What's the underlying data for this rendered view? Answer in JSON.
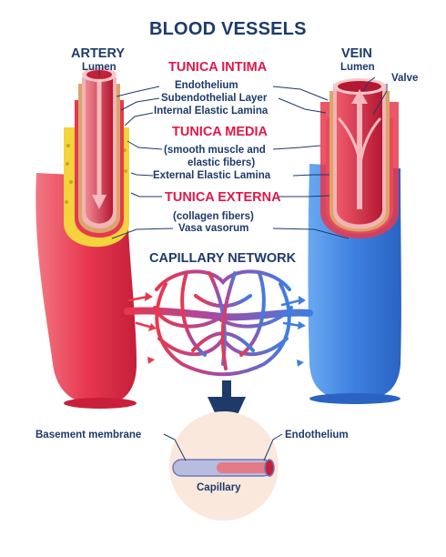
{
  "title": "BLOOD VESSELS",
  "artery": {
    "heading": "ARTERY",
    "lumen": "Lumen"
  },
  "vein": {
    "heading": "VEIN",
    "lumen": "Lumen",
    "valve": "Valve"
  },
  "layers": {
    "intima": {
      "heading": "TUNICA INTIMA",
      "items": [
        "Endothelium",
        "Subendothelial Layer",
        "Internal Elastic Lamina"
      ]
    },
    "media": {
      "heading": "TUNICA MEDIA",
      "desc": [
        "(smooth muscle and",
        "elastic fibers)"
      ],
      "items": [
        "External Elastic Lamina"
      ]
    },
    "externa": {
      "heading": "TUNICA EXTERNA",
      "desc": [
        "(collagen fibers)"
      ],
      "items": [
        "Vasa vasorum"
      ]
    }
  },
  "capillary_network": {
    "heading": "CAPILLARY NETWORK"
  },
  "detail": {
    "left_label": "Basement membrane",
    "right_label": "Endothelium",
    "bottom_label": "Capillary"
  },
  "colors": {
    "title": "#1d3a6b",
    "layer_headings": "#e0184a",
    "artery": "#e8384f",
    "vein": "#3d7fe0"
  }
}
